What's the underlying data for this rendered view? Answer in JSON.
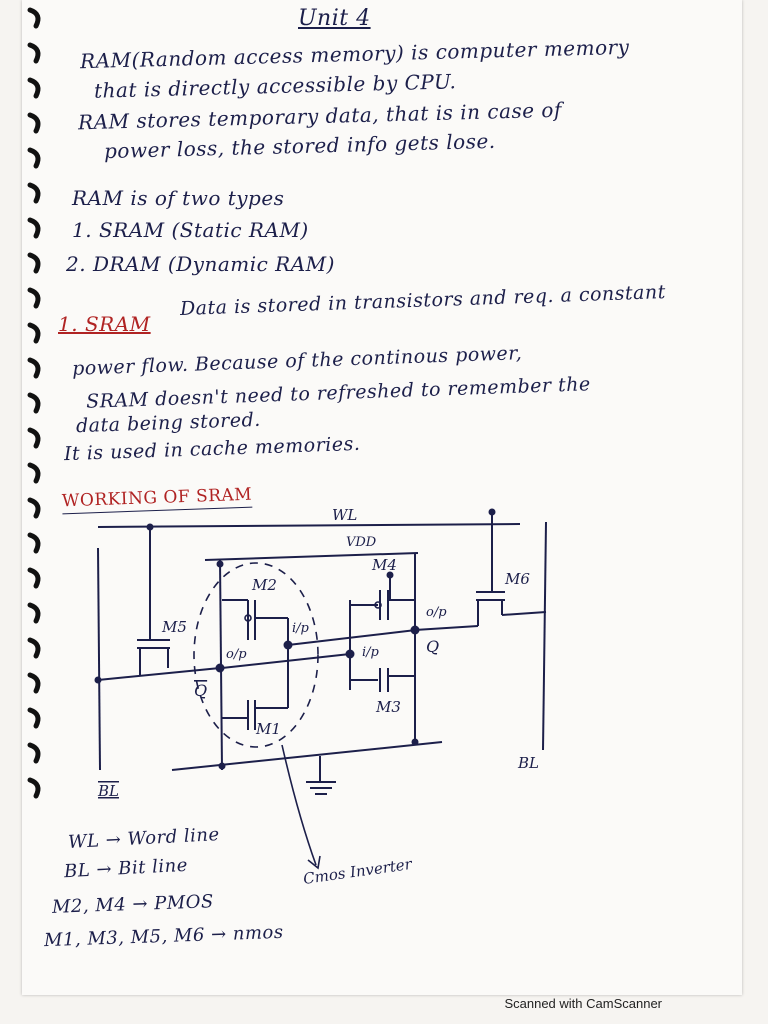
{
  "title": "Unit 4",
  "intro": [
    "RAM(Random access memory) is computer memory",
    "that is directly accessible by CPU.",
    "RAM stores temporary data, that is in case of",
    "power loss, the stored info gets lose."
  ],
  "types": {
    "heading": "RAM is of two types",
    "items": [
      "1. SRAM (Static RAM)",
      "2. DRAM (Dynamic RAM)"
    ]
  },
  "sram": {
    "heading": "1. SRAM",
    "lines": [
      "Data is stored in transistors and req. a constant",
      "power flow. Because of the continous power,",
      "SRAM doesn't need to refreshed to remember the",
      "data being stored.",
      "It is used in cache memories."
    ]
  },
  "working_heading": "WORKING OF SRAM",
  "circuit": {
    "wl": "WL",
    "vdd": "VDD",
    "m1": "M1",
    "m2": "M2",
    "m3": "M3",
    "m4": "M4",
    "m5": "M5",
    "m6": "M6",
    "olp_left": "o/p",
    "ilp_left": "i/p",
    "ilp_right": "i/p",
    "olp_right": "o/p",
    "q": "Q",
    "qbar": "Q",
    "bl": "BL",
    "blbar": "BL",
    "cmos": "Cmos Inverter"
  },
  "legend": [
    "WL → Word line",
    "BL → Bit line",
    "M2, M4 → PMOS",
    "M1, M3, M5, M6 → nmos"
  ],
  "watermark": "Scanned with CamScanner",
  "colors": {
    "ink": "#1c1f4a",
    "red_ink": "#b02323",
    "paper": "#fbfaf8"
  }
}
